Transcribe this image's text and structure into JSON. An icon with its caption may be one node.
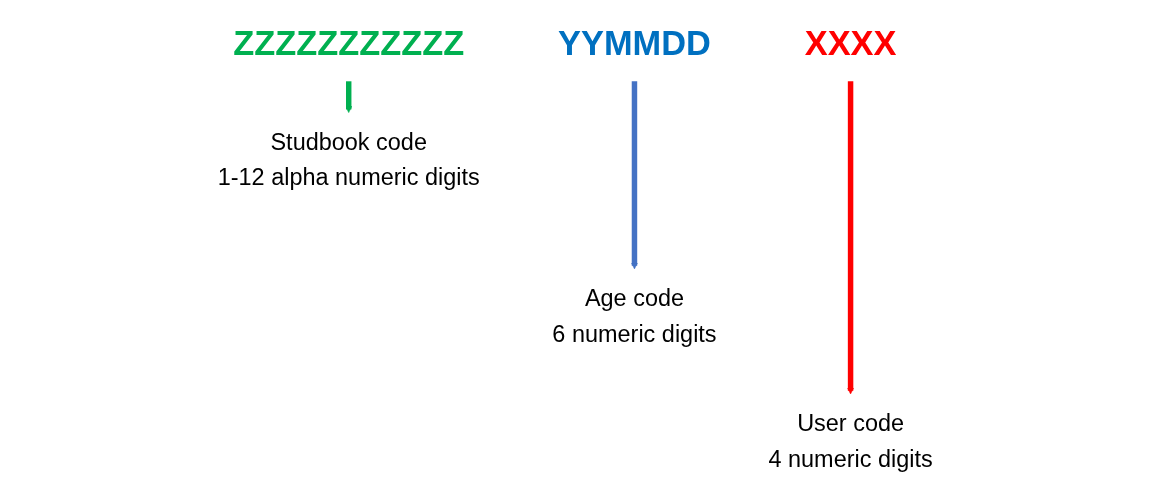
{
  "diagram": {
    "nodes": [
      {
        "text": [
          "XXXX"
        ]
      },
      {
        "text": [
          "YYMMDD"
        ]
      },
      {
        "text": [
          "ZZZZZZZZZZZ"
        ]
      },
      {
        "text": [
          "User code",
          "4 numeric digits"
        ]
      },
      {
        "text": [
          "Age code",
          "6 numeric digits"
        ]
      },
      {
        "text": [
          "Studbook code",
          "1-12 alpha numeric digits"
        ]
      }
    ],
    "edges": [
      {
        "from": 0,
        "to": 3,
        "arrow": "to",
        "color": "#ff0000"
      },
      {
        "from": 1,
        "to": 4,
        "arrow": "to",
        "color": "#4472c4"
      },
      {
        "from": 2,
        "to": 5,
        "arrow": "to",
        "color": "#00b050"
      }
    ]
  }
}
